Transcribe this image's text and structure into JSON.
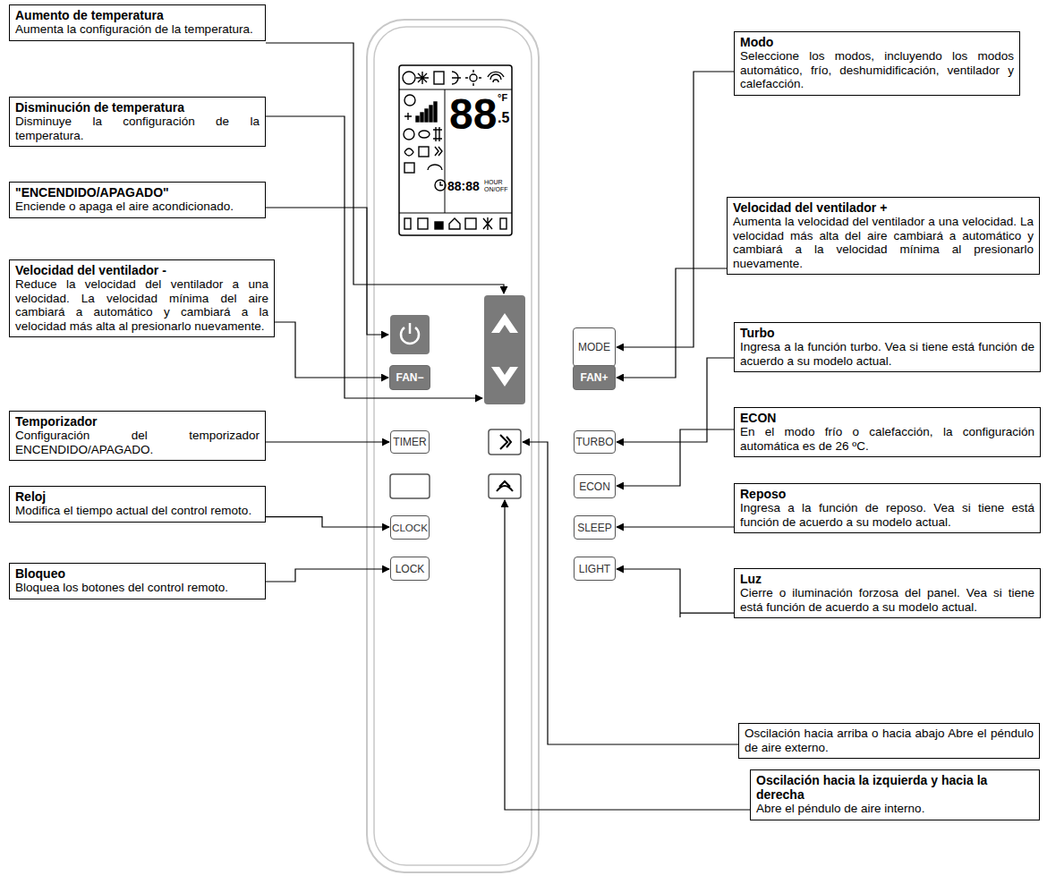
{
  "diagram": {
    "nodes": [
      {
        "text": [
          "Aumento de temperatura",
          "Aumenta la configuración de la temperatura."
        ]
      },
      {
        "text": [
          "Disminución de temperatura",
          "Disminuye la configuración de la temperatura."
        ]
      },
      {
        "text": [
          "\"ENCENDIDO/APAGADO\"",
          "Enciende o apaga el aire acondicionado."
        ]
      },
      {
        "text": [
          "Velocidad del ventilador -",
          "Reduce la velocidad del ventilador a una velocidad. La velocidad mínima del aire cambiará a automático y cambiará a la velocidad más alta al presionarlo nuevamente."
        ]
      },
      {
        "text": [
          "Temporizador",
          "Configuración del temporizador ENCENDIDO/APAGADO."
        ]
      },
      {
        "text": [
          "Reloj",
          "Modifica el tiempo actual del control remoto."
        ]
      },
      {
        "text": [
          "Bloqueo",
          "Bloquea los botones del control remoto."
        ]
      },
      {
        "text": [
          "Modo",
          "Seleccione los modos, incluyendo los modos automático, frío, deshumidificación, ventilador y calefacción."
        ]
      },
      {
        "text": [
          "Velocidad del ventilador +",
          "Aumenta la velocidad del ventilador a una velocidad. La velocidad más alta del aire cambiará a automático y cambiará a la velocidad mínima al presionarlo nuevamente."
        ]
      },
      {
        "text": [
          "Turbo",
          "Ingresa a la función turbo. Vea si tiene está función de acuerdo a su modelo actual."
        ]
      },
      {
        "text": [
          "ECON",
          "En el modo frío o calefacción, la configuración automática es de 26 ºC."
        ]
      },
      {
        "text": [
          "Reposo",
          "Ingresa a la función de reposo. Vea si tiene está función de acuerdo a su modelo actual."
        ]
      },
      {
        "text": [
          "Luz",
          "Cierre o iluminación forzosa del panel. Vea si tiene está función de acuerdo a su modelo actual."
        ]
      },
      {
        "text": [
          "Oscilación hacia arriba o hacia abajo Abre el péndulo de aire externo."
        ]
      },
      {
        "text": [
          "Oscilación hacia la izquierda y hacia la derecha",
          "Abre el péndulo de aire interno."
        ]
      },
      {
        "text": [
          "MODE"
        ]
      },
      {
        "text": [
          "FAN−"
        ]
      },
      {
        "text": [
          "FAN+"
        ]
      },
      {
        "text": [
          "TIMER"
        ]
      },
      {
        "text": [
          "TURBO"
        ]
      },
      {
        "text": [
          "ECON"
        ]
      },
      {
        "text": [
          "CLOCK"
        ]
      },
      {
        "text": [
          "SLEEP"
        ]
      },
      {
        "text": [
          "LOCK"
        ]
      },
      {
        "text": [
          "LIGHT"
        ]
      }
    ],
    "edges": [
      {
        "from": 3,
        "to": 16,
        "arrow": "to"
      },
      {
        "from": 4,
        "to": 18,
        "arrow": "to"
      },
      {
        "from": 5,
        "to": 21,
        "arrow": "to"
      },
      {
        "from": 6,
        "to": 23,
        "arrow": "to"
      },
      {
        "from": 7,
        "to": 15,
        "arrow": "to"
      },
      {
        "from": 8,
        "to": 17,
        "arrow": "to"
      },
      {
        "from": 9,
        "to": 19,
        "arrow": "to"
      },
      {
        "from": 10,
        "to": 20,
        "arrow": "to"
      },
      {
        "from": 11,
        "to": 22,
        "arrow": "to"
      },
      {
        "from": 12,
        "to": 24,
        "arrow": "to"
      }
    ],
    "labels": [
      "88",
      "°F",
      ".5",
      "88:88",
      "HOUR",
      "ON/OFF"
    ]
  }
}
